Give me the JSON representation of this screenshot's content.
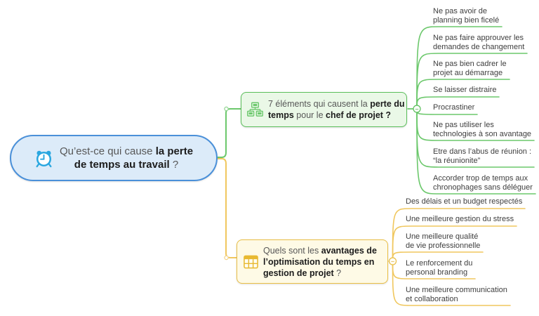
{
  "mindmap": {
    "type": "mindmap",
    "root": {
      "icon": "alarm-clock-icon",
      "accent_color": "#4a90d9",
      "fill_color": "#dcebf9",
      "segments": [
        {
          "t": "Qu’est-ce qui cause ",
          "bold": false
        },
        {
          "t": "la perte\nde temps au travail",
          "bold": true
        },
        {
          "t": " ?",
          "bold": false
        }
      ]
    },
    "branches": [
      {
        "id": "causes",
        "icon": "network-computers-icon",
        "accent_color": "#5abe5a",
        "line_color": "#6cc86c",
        "fill_color": "#eaf8e7",
        "collapse_glyph": "−",
        "segments": [
          {
            "t": "7 éléments qui causent la ",
            "bold": false
          },
          {
            "t": "perte du\ntemps",
            "bold": true
          },
          {
            "t": " pour le ",
            "bold": false
          },
          {
            "t": "chef de projet ?",
            "bold": true
          }
        ],
        "leaves": [
          "Ne pas avoir de\nplanning bien ficelé",
          "Ne pas faire approuver les\ndemandes de changement",
          "Ne pas bien cadrer le\nprojet au démarrage",
          "Se laisser distraire",
          "Procrastiner",
          "Ne pas utiliser les\ntechnologies à son avantage",
          "Etre dans l’abus de réunion :\n“la réunionite”",
          "Accorder trop de temps aux\nchronophages sans déléguer"
        ]
      },
      {
        "id": "benefits",
        "icon": "table-grid-icon",
        "accent_color": "#e9be45",
        "line_color": "#f0c75e",
        "fill_color": "#fefae6",
        "collapse_glyph": "−",
        "segments": [
          {
            "t": "Quels sont les ",
            "bold": false
          },
          {
            "t": "avantages de\nl’optimisation du temps en\ngestion de projet",
            "bold": true
          },
          {
            "t": " ?",
            "bold": false
          }
        ],
        "leaves": [
          "Des délais et un budget respectés",
          "Une meilleure gestion du stress",
          "Une meilleure qualité\nde vie professionnelle",
          "Le renforcement du\npersonal branding",
          "Une meilleure communication\net collaboration"
        ]
      }
    ]
  }
}
